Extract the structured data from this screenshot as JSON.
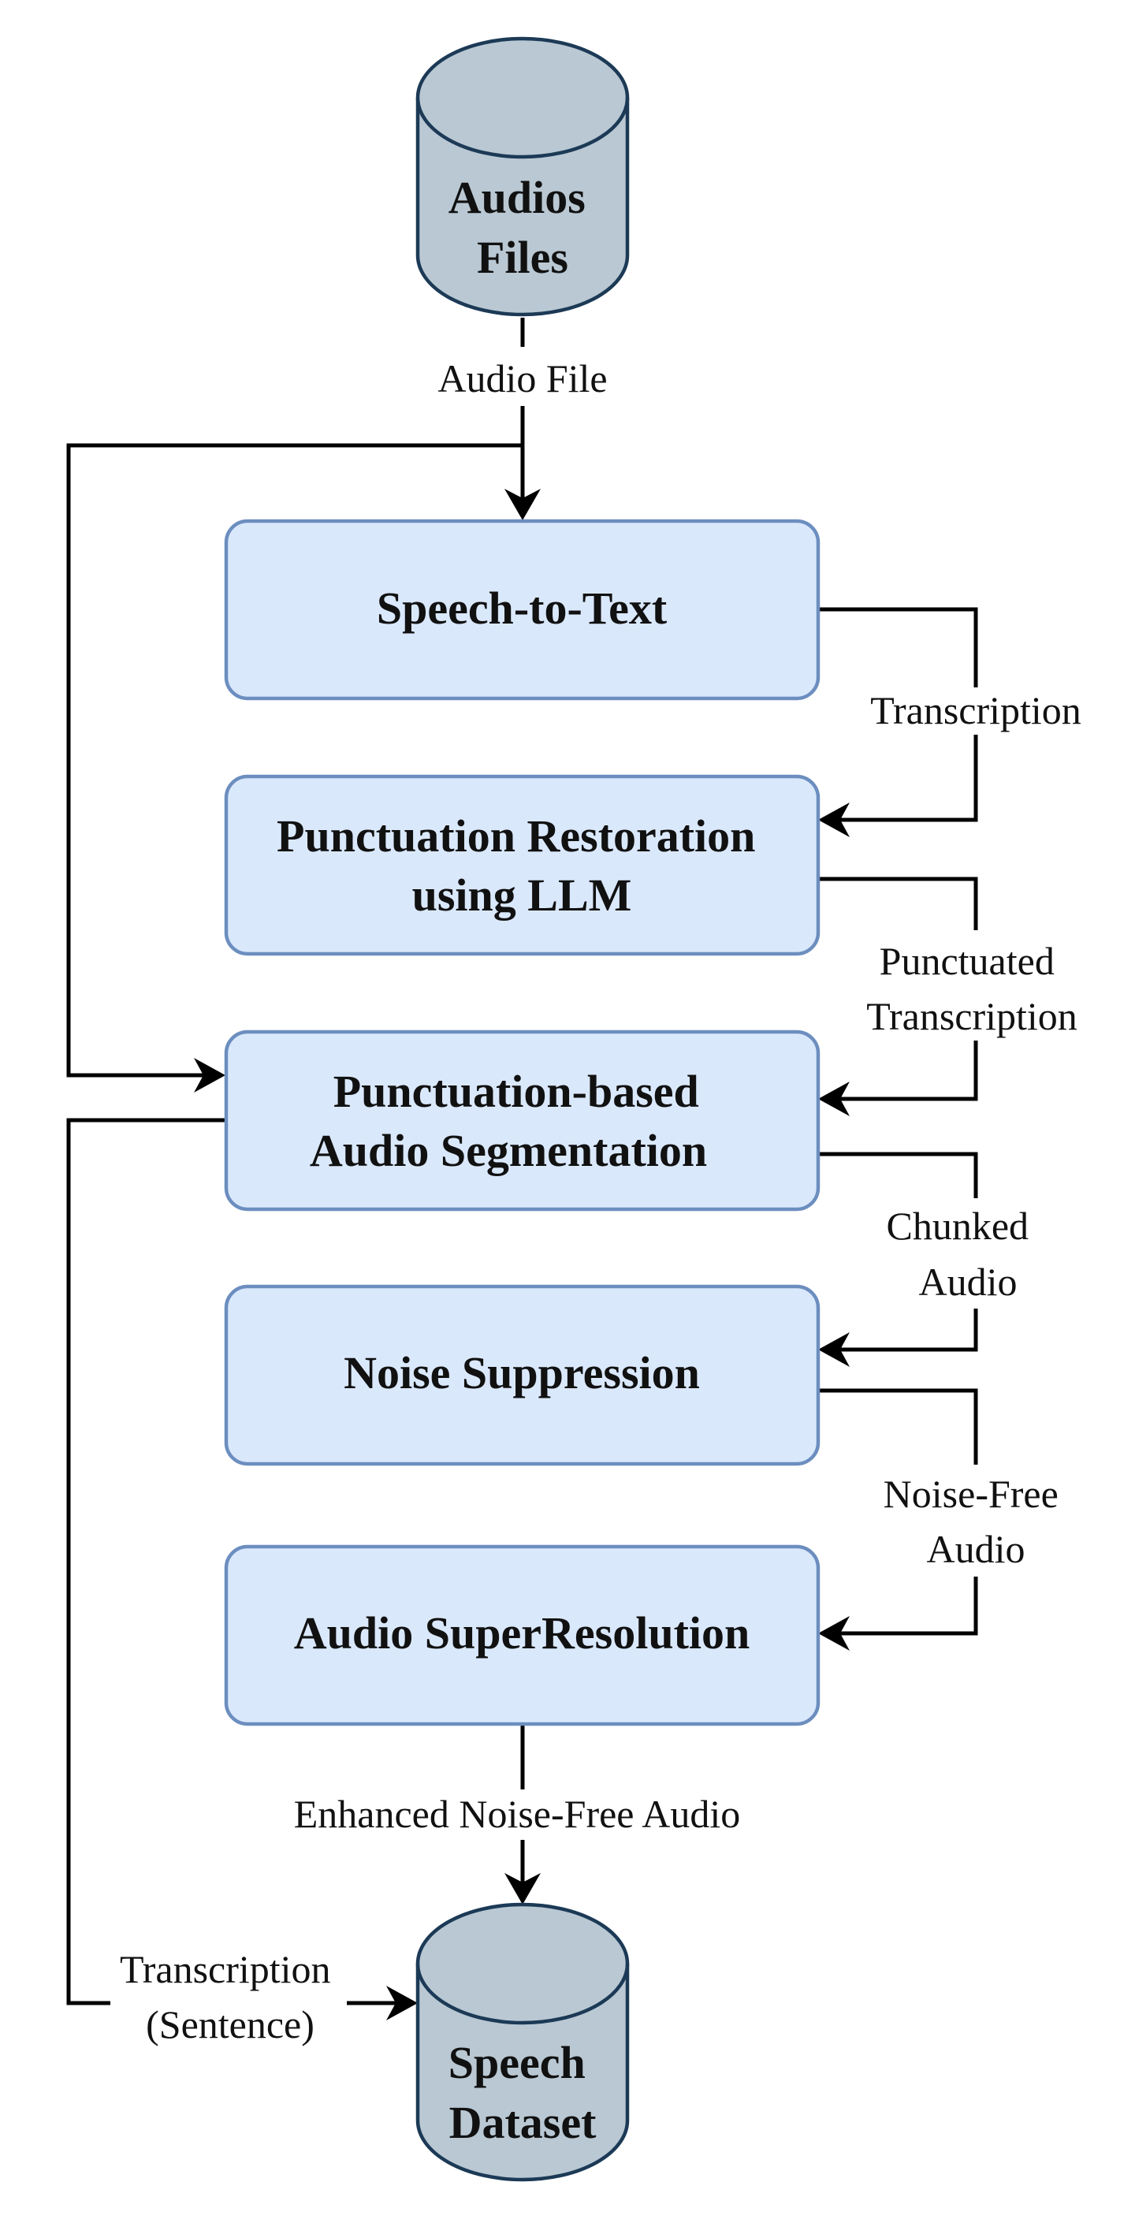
{
  "diagram": {
    "nodes": {
      "audio_files": {
        "lines": [
          "Audios",
          "Files"
        ]
      },
      "speech_to_text": {
        "lines": [
          "Speech-to-Text"
        ]
      },
      "punctuation_restoration": {
        "lines": [
          "Punctuation Restoration",
          "using LLM"
        ]
      },
      "audio_segmentation": {
        "lines": [
          "Punctuation-based",
          "Audio Segmentation"
        ]
      },
      "noise_suppression": {
        "lines": [
          "Noise Suppression"
        ]
      },
      "audio_superresolution": {
        "lines": [
          "Audio SuperResolution"
        ]
      },
      "speech_dataset": {
        "lines": [
          "Speech",
          "Dataset"
        ]
      }
    },
    "edges": {
      "audio_file": {
        "lines": [
          "Audio File"
        ]
      },
      "transcription": {
        "lines": [
          "Transcription"
        ]
      },
      "punctuated_transcription": {
        "lines": [
          "Punctuated",
          "Transcription"
        ]
      },
      "chunked_audio": {
        "lines": [
          "Chunked",
          "Audio"
        ]
      },
      "noise_free_audio": {
        "lines": [
          "Noise-Free",
          "Audio"
        ]
      },
      "enhanced_audio": {
        "lines": [
          "Enhanced Noise-Free Audio"
        ]
      },
      "transcription_sentence": {
        "lines": [
          "Transcription",
          "(Sentence)"
        ]
      }
    },
    "colors": {
      "process_fill": "#dae8fc",
      "process_stroke": "#6c8ebf",
      "database_fill": "#b9c8d3",
      "database_stroke": "#1c3a56",
      "connector": "#000000"
    }
  }
}
